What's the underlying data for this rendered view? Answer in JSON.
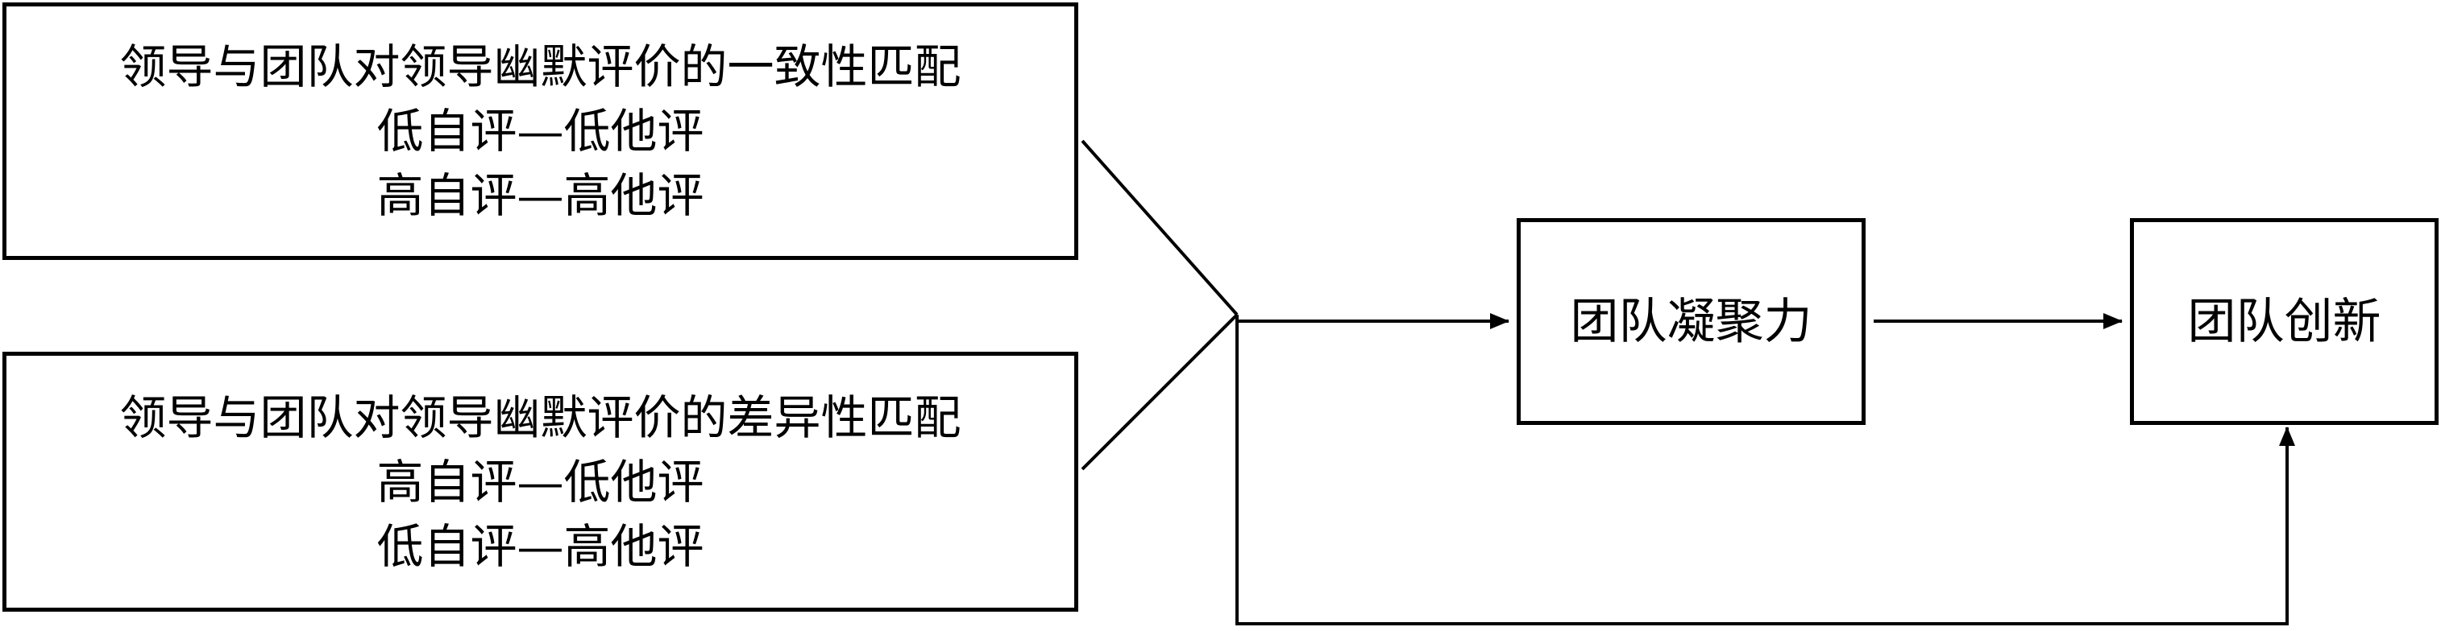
{
  "boxes": {
    "consistency_match": {
      "lines": [
        "领导与团队对领导幽默评价的一致性匹配",
        "低自评—低他评",
        "高自评—高他评"
      ]
    },
    "difference_match": {
      "lines": [
        "领导与团队对领导幽默评价的差异性匹配",
        "高自评—低他评",
        "低自评—高他评"
      ]
    },
    "team_cohesion": {
      "label": "团队凝聚力"
    },
    "team_innovation": {
      "label": "团队创新"
    }
  },
  "colors": {
    "stroke": "#000000",
    "background": "#ffffff"
  }
}
